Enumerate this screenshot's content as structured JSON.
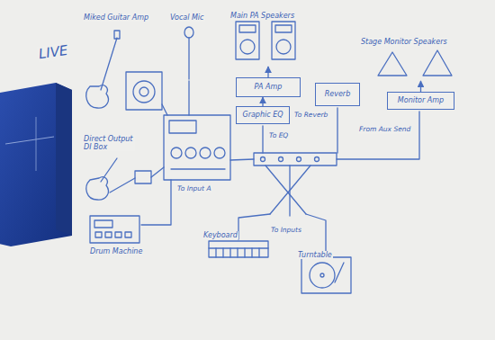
{
  "diagram": {
    "nodes": [
      {
        "text": [
          "Miked Guitar Amp"
        ]
      },
      {
        "text": [
          "Vocal Mic"
        ]
      },
      {
        "text": [
          "Main PA Speakers"
        ]
      },
      {
        "text": [
          "Stage Monitor Speakers"
        ]
      },
      {
        "text": [
          "PA Amp"
        ]
      },
      {
        "text": [
          "Graphic EQ"
        ]
      },
      {
        "text": [
          "Reverb"
        ]
      },
      {
        "text": [
          "Monitor Amp"
        ]
      },
      {
        "text": [
          "Direct Output DI Box"
        ]
      },
      {
        "text": [
          "Drum Machine"
        ]
      },
      {
        "text": [
          "Keyboard"
        ]
      },
      {
        "text": [
          "Turntable"
        ]
      }
    ],
    "edges": [
      {
        "from": 5,
        "to": 4,
        "arrow": "to"
      },
      {
        "from": 4,
        "to": 2,
        "arrow": "to"
      },
      {
        "from": 7,
        "to": 3,
        "arrow": "to"
      }
    ],
    "labels": [
      "LIVE",
      "To Input A",
      "To EQ",
      "To Reverb",
      "From Aux Send",
      "To Inputs"
    ]
  }
}
